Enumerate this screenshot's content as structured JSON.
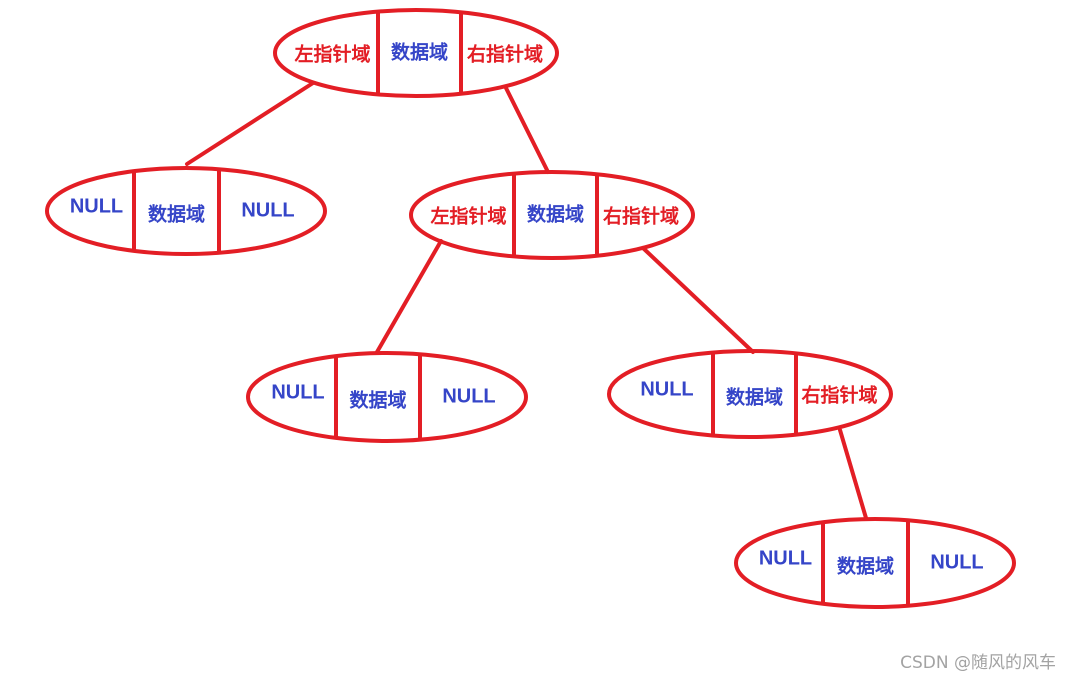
{
  "colors": {
    "stroke": "#e31e25",
    "pointer_text": "#e31e25",
    "null_text": "#3545c8",
    "data_text": "#3545c8"
  },
  "labels": {
    "left_ptr": "左指针域",
    "data": "数据域",
    "right_ptr": "右指针域",
    "null": "NULL"
  },
  "nodes": [
    {
      "id": "root",
      "fields": [
        "left_ptr",
        "data",
        "right_ptr"
      ]
    },
    {
      "id": "n1",
      "fields": [
        "null",
        "data",
        "null"
      ]
    },
    {
      "id": "n2",
      "fields": [
        "left_ptr",
        "data",
        "right_ptr"
      ]
    },
    {
      "id": "n3",
      "fields": [
        "null",
        "data",
        "null"
      ]
    },
    {
      "id": "n4",
      "fields": [
        "null",
        "data",
        "right_ptr"
      ]
    },
    {
      "id": "n5",
      "fields": [
        "null",
        "data",
        "null"
      ]
    }
  ],
  "edges": [
    {
      "from": "root",
      "to": "n1"
    },
    {
      "from": "root",
      "to": "n2"
    },
    {
      "from": "n2",
      "to": "n3"
    },
    {
      "from": "n2",
      "to": "n4"
    },
    {
      "from": "n4",
      "to": "n5"
    }
  ],
  "watermark": "CSDN @随风的风车"
}
